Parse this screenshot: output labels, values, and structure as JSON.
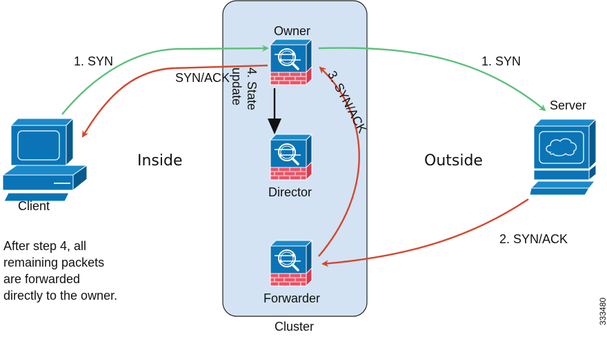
{
  "diagram": {
    "cluster_label": "Cluster",
    "zones": {
      "inside": "Inside",
      "outside": "Outside"
    },
    "nodes": {
      "client": "Client",
      "server": "Server",
      "owner": "Owner",
      "director": "Director",
      "forwarder": "Forwarder"
    },
    "flows": {
      "syn_client_to_owner": "1. SYN",
      "syn_owner_to_server": "1. SYN",
      "synack_server_to_forwarder": "2. SYN/ACK",
      "synack_forwarder_to_owner": "3. SYN/ACK",
      "synack_owner_to_client": "SYN/ACK",
      "state_update_line1": "4. State",
      "state_update_line2": "update"
    },
    "note_lines": [
      "After step 4, all",
      "remaining packets",
      "are forwarded",
      "directly to the owner."
    ],
    "figure_id": "333480",
    "colors": {
      "cluster_fill": "#d3e3f3",
      "cluster_border": "#222222",
      "device_blue": "#0a74b6",
      "device_dark": "#075a8e",
      "firewall_red": "#ee5266",
      "syn_green": "#5cbf7a",
      "synack_red": "#d6452d",
      "state_black": "#111111"
    }
  }
}
